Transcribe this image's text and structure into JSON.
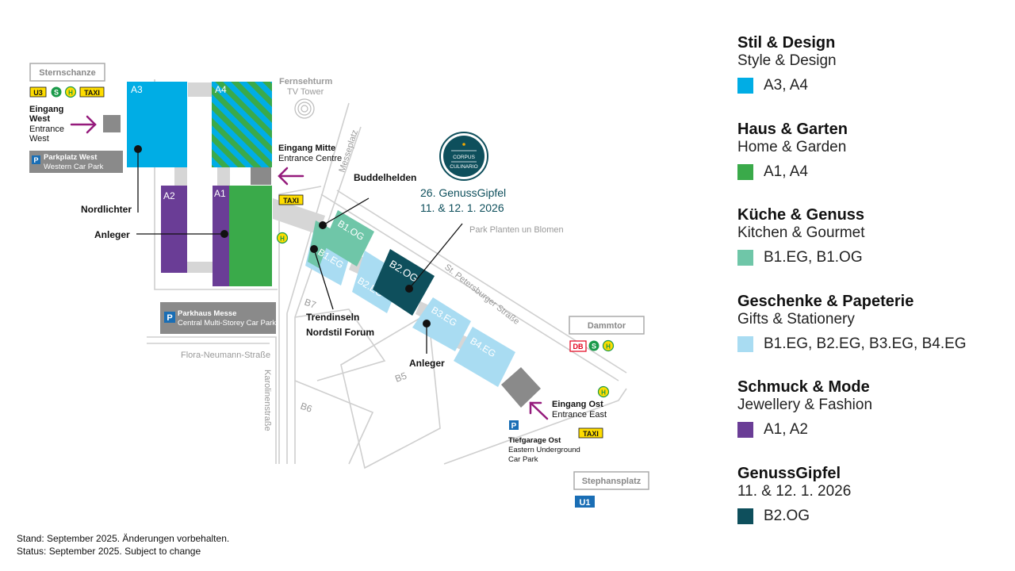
{
  "stations": {
    "sternschanze": "Sternschanze",
    "dammtor": "Dammtor",
    "stephansplatz": "Stephansplatz",
    "u3": "U3",
    "u1": "U1",
    "s": "S",
    "h": "H",
    "db": "DB",
    "taxi": "TAXI"
  },
  "entrances": {
    "west": {
      "de_line1": "Eingang",
      "de_line2": "West",
      "en_line1": "Entrance",
      "en_line2": "West"
    },
    "centre": {
      "de": "Eingang Mitte",
      "en": "Entrance Centre"
    },
    "east": {
      "de": "Eingang Ost",
      "en": "Entrance East"
    }
  },
  "parking": {
    "p": "P",
    "west": {
      "de": "Parkplatz West",
      "en": "Western Car Park"
    },
    "messe": {
      "de": "Parkhaus Messe",
      "en": "Central Multi-Storey Car Park"
    },
    "ost": {
      "de": "Tiefgarage Ost",
      "en_line1": "Eastern Underground",
      "en_line2": "Car Park"
    }
  },
  "landmarks": {
    "tv_de": "Fernsehturm",
    "tv_en": "TV Tower",
    "messeplatz": "Messeplatz",
    "park": "Park Planten un Blomen",
    "flora": "Flora-Neumann-Straße",
    "karolinen": "Karolinenstraße",
    "petersburger": "St. Petersburger Straße"
  },
  "halls": {
    "a1": "A1",
    "a2": "A2",
    "a3": "A3",
    "a4": "A4",
    "b1eg": "B1.EG",
    "b1og": "B1.OG",
    "b2eg": "B2.EG",
    "b2og": "B2.OG",
    "b3eg": "B3.EG",
    "b4eg": "B4.EG",
    "b5": "B5",
    "b6": "B6",
    "b7": "B7"
  },
  "callouts": {
    "nordlichter": "Nordlichter",
    "anleger": "Anleger",
    "buddelhelden": "Buddelhelden",
    "trendinseln_line1": "Trendinseln",
    "trendinseln_line2": "Nordstil Forum"
  },
  "genussgipfel": {
    "logo_top": "CORPUS",
    "logo_bottom": "CULINARIO",
    "title": "26. GenussGipfel",
    "dates": "11. & 12. 1. 2026"
  },
  "colors": {
    "stil": "#00ade5",
    "haus": "#3aaa4a",
    "kueche": "#6fc6a8",
    "geschenke": "#a9dcf2",
    "schmuck": "#6a3d96",
    "genuss": "#0e4f5c",
    "entrance_arrow": "#951b7c",
    "station_gray": "#888888",
    "service_gray": "#8a8a8a"
  },
  "legend": [
    {
      "title": "Stil & Design",
      "subtitle": "Style & Design",
      "halls": "A3, A4",
      "color": "#00ade5"
    },
    {
      "title": "Haus & Garten",
      "subtitle": "Home & Garden",
      "halls": "A1, A4",
      "color": "#3aaa4a"
    },
    {
      "title": "Küche & Genuss",
      "subtitle": "Kitchen & Gourmet",
      "halls": "B1.EG, B1.OG",
      "color": "#6fc6a8"
    },
    {
      "title": "Geschenke & Papeterie",
      "subtitle": "Gifts & Stationery",
      "halls": "B1.EG, B2.EG, B3.EG, B4.EG",
      "color": "#a9dcf2"
    },
    {
      "title": "Schmuck & Mode",
      "subtitle": "Jewellery & Fashion",
      "halls": "A1, A2",
      "color": "#6a3d96"
    },
    {
      "title": "GenussGipfel",
      "subtitle": "11. & 12. 1. 2026",
      "halls": "B2.OG",
      "color": "#0e4f5c"
    }
  ],
  "footer": {
    "de": "Stand: September 2025. Änderungen vorbehalten.",
    "en": "Status: September 2025. Subject to change"
  }
}
